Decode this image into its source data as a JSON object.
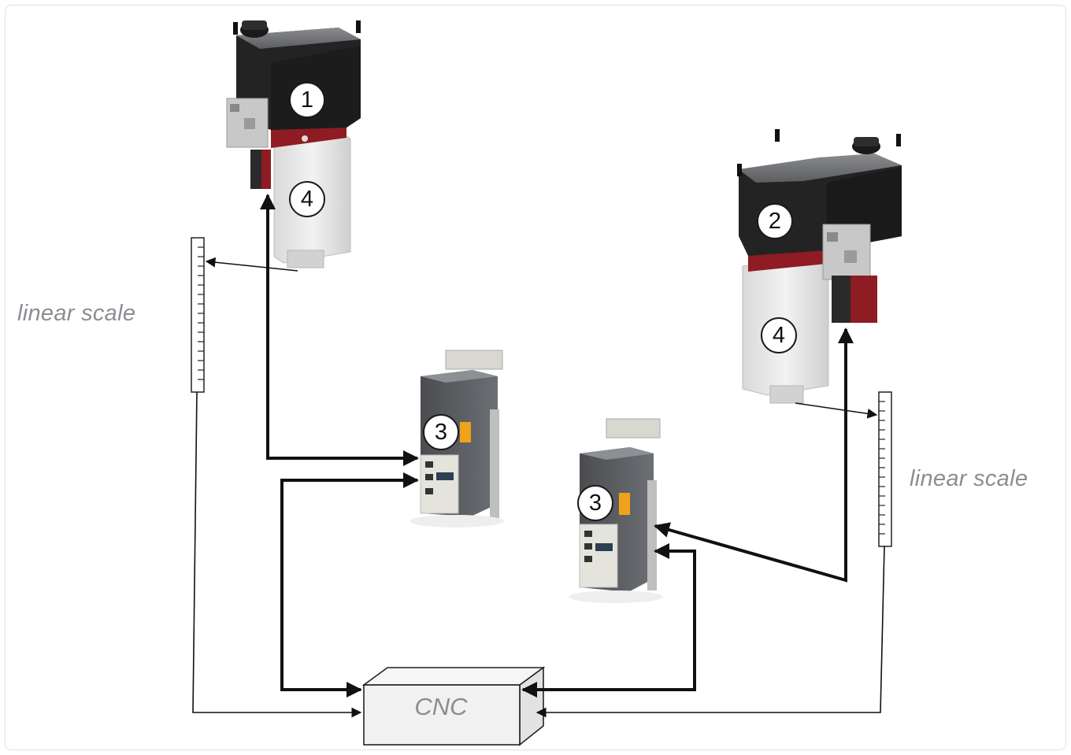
{
  "labels": {
    "linear_scale_left": "linear scale",
    "linear_scale_right": "linear scale",
    "cnc": "CNC"
  },
  "badges": {
    "motor_left": "1",
    "motor_right": "2",
    "drive_left": "3",
    "drive_right": "3",
    "spindle_left": "4",
    "spindle_right": "4"
  },
  "colors": {
    "motor_body": "#2a2a2a",
    "brake_red": "#8e1c22",
    "spindle_housing": "#e6e6e6",
    "drive_body": "#5f6266",
    "drive_panel": "#e4e4dc",
    "drive_accent": "#f1a21b",
    "wire": "#1a1a1a",
    "label_gray": "#8a8e92"
  }
}
